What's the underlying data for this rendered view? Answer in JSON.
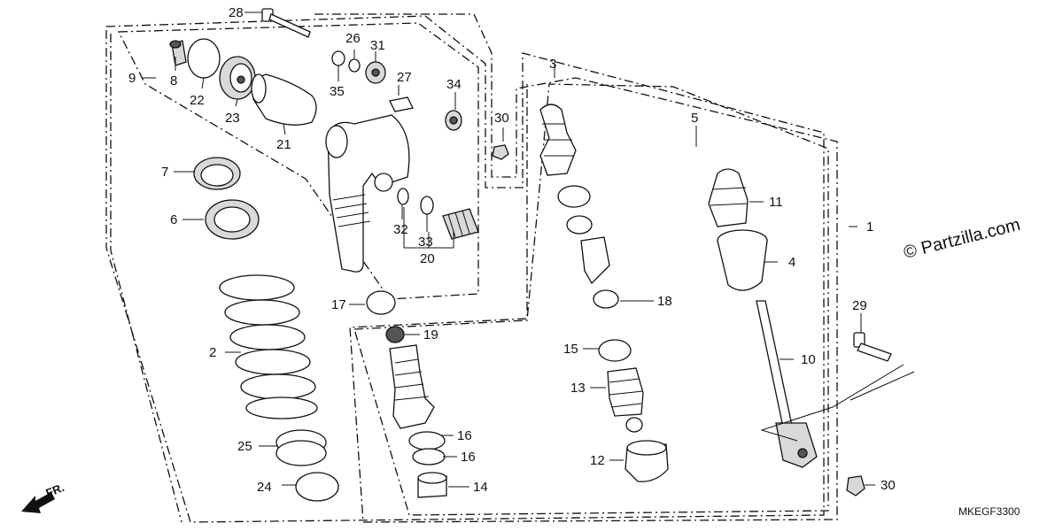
{
  "watermark": "© Partzilla.com",
  "diagram_code": "MKEGF3300",
  "direction_label": "FR.",
  "callouts": [
    {
      "id": "c1",
      "label": "1"
    },
    {
      "id": "c2",
      "label": "2"
    },
    {
      "id": "c3",
      "label": "3"
    },
    {
      "id": "c4",
      "label": "4"
    },
    {
      "id": "c5",
      "label": "5"
    },
    {
      "id": "c6",
      "label": "6"
    },
    {
      "id": "c7",
      "label": "7"
    },
    {
      "id": "c8",
      "label": "8"
    },
    {
      "id": "c9",
      "label": "9"
    },
    {
      "id": "c10",
      "label": "10"
    },
    {
      "id": "c11",
      "label": "11"
    },
    {
      "id": "c12",
      "label": "12"
    },
    {
      "id": "c13",
      "label": "13"
    },
    {
      "id": "c14",
      "label": "14"
    },
    {
      "id": "c15",
      "label": "15"
    },
    {
      "id": "c16a",
      "label": "16"
    },
    {
      "id": "c16b",
      "label": "16"
    },
    {
      "id": "c17",
      "label": "17"
    },
    {
      "id": "c18",
      "label": "18"
    },
    {
      "id": "c19",
      "label": "19"
    },
    {
      "id": "c20",
      "label": "20"
    },
    {
      "id": "c21",
      "label": "21"
    },
    {
      "id": "c22",
      "label": "22"
    },
    {
      "id": "c23",
      "label": "23"
    },
    {
      "id": "c24",
      "label": "24"
    },
    {
      "id": "c25",
      "label": "25"
    },
    {
      "id": "c26",
      "label": "26"
    },
    {
      "id": "c27",
      "label": "27"
    },
    {
      "id": "c28",
      "label": "28"
    },
    {
      "id": "c29",
      "label": "29"
    },
    {
      "id": "c30a",
      "label": "30"
    },
    {
      "id": "c30b",
      "label": "30"
    },
    {
      "id": "c31",
      "label": "31"
    },
    {
      "id": "c32",
      "label": "32"
    },
    {
      "id": "c33",
      "label": "33"
    },
    {
      "id": "c34",
      "label": "34"
    },
    {
      "id": "c35",
      "label": "35"
    }
  ]
}
